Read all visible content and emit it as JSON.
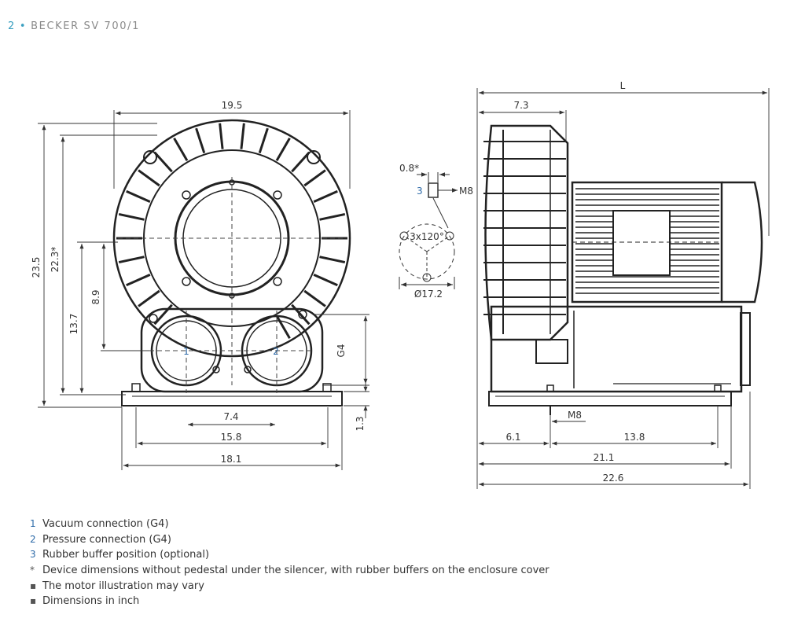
{
  "header": {
    "page_number": "2",
    "separator": "•",
    "title": "BECKER SV 700/1"
  },
  "front_view": {
    "dim_width_top": "19.5",
    "dim_height_total": "23.5",
    "dim_height_star": "22.3*",
    "dim_height_ports": "13.7",
    "dim_height_center": "8.9",
    "dim_port_thread": "G4",
    "dim_base_thickness": "1.3",
    "dim_port_spacing": "7.4",
    "dim_base_inner": "15.8",
    "dim_base_outer": "18.1",
    "port_1_label": "1",
    "port_2_label": "2"
  },
  "buffer_detail": {
    "dim_offset": "0.8*",
    "item_label": "3",
    "thread": "M8",
    "pattern": "3x120°",
    "diameter": "Ø17.2"
  },
  "side_view": {
    "dim_length": "L",
    "dim_silencer": "7.3",
    "dim_foot_thread": "M8",
    "dim_front_offset": "6.1",
    "dim_foot_span": "13.8",
    "dim_base_length": "21.1",
    "dim_total_length": "22.6"
  },
  "legend": [
    {
      "marker": "1",
      "text": "Vacuum connection (G4)"
    },
    {
      "marker": "2",
      "text": "Pressure connection (G4)"
    },
    {
      "marker": "3",
      "text": "Rubber buffer position (optional)"
    },
    {
      "marker": "*",
      "text": "Device dimensions without pedestal under the silencer, with rubber buffers on the enclosure cover"
    },
    {
      "marker": "▪",
      "text": "The motor illustration may vary"
    },
    {
      "marker": "▪",
      "text": "Dimensions in inch"
    }
  ]
}
